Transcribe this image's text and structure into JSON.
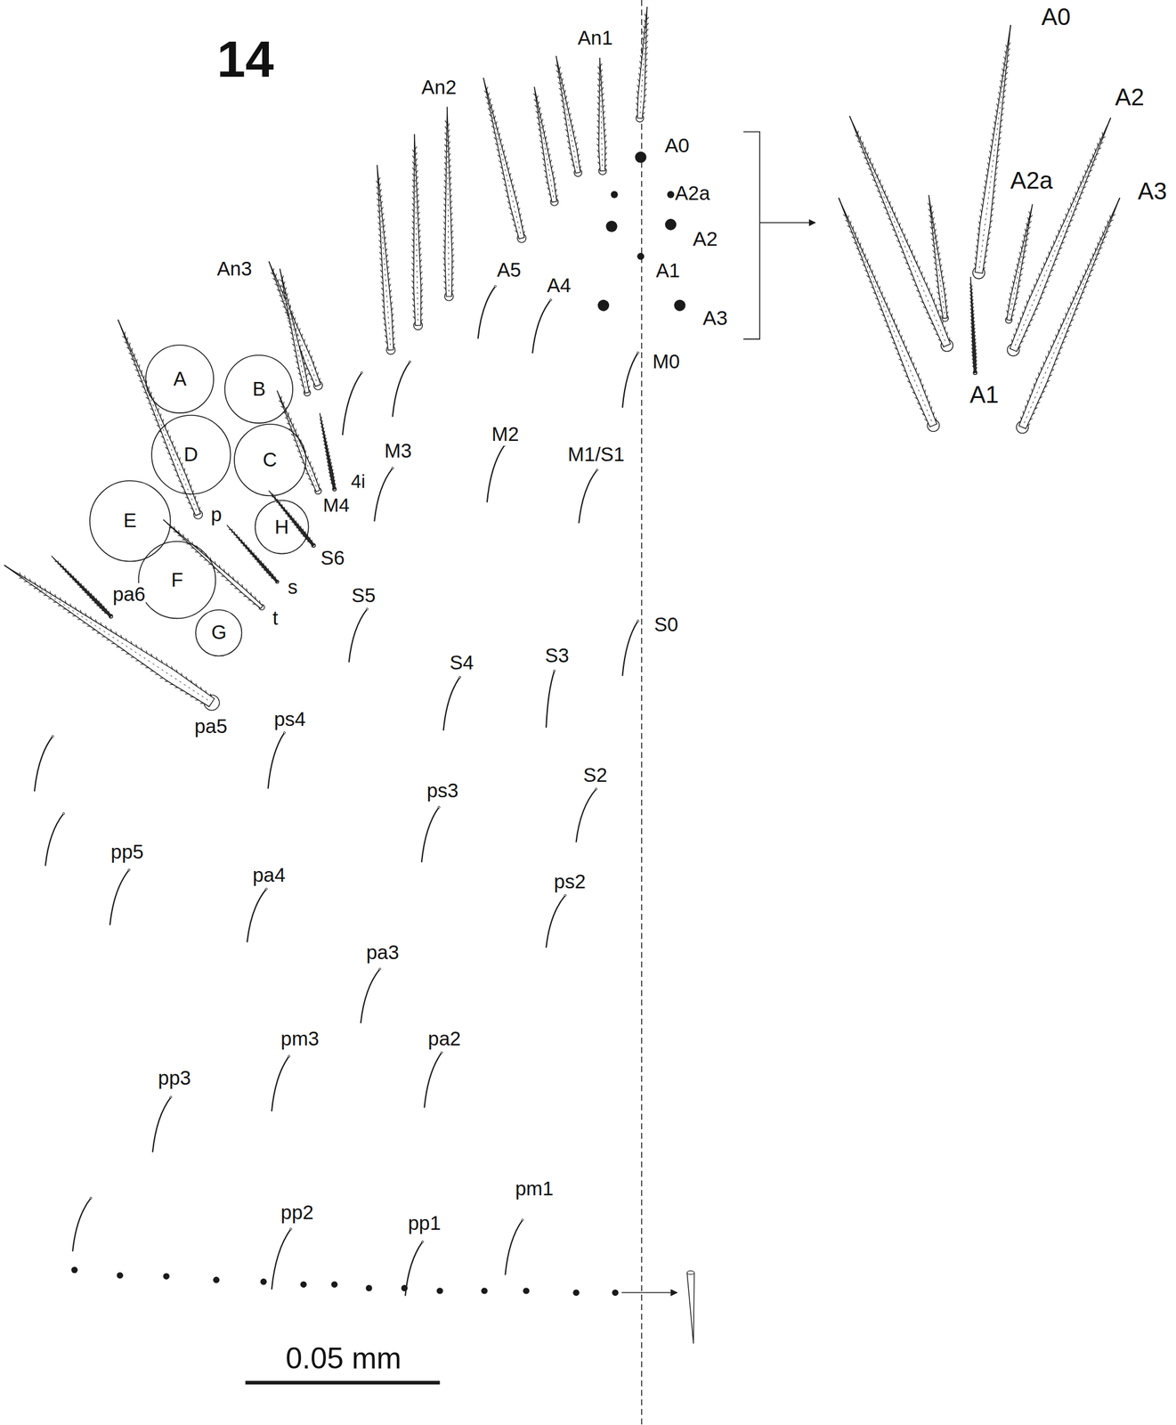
{
  "diagram": {
    "nodes": [
      {
        "text": [
          "A"
        ]
      },
      {
        "text": [
          "B"
        ]
      },
      {
        "text": [
          "D"
        ]
      },
      {
        "text": [
          "C"
        ]
      },
      {
        "text": [
          "E"
        ]
      },
      {
        "text": [
          "H"
        ]
      },
      {
        "text": [
          "F"
        ]
      },
      {
        "text": [
          "G"
        ]
      }
    ],
    "labels": [
      "14",
      "An1",
      "An2",
      "A0",
      "A2a",
      "An3",
      "A2",
      "A1",
      "A5",
      "A4",
      "A3",
      "M0",
      "M2",
      "M3",
      "M1/S1",
      "M4",
      "4i",
      "p",
      "S6",
      "s",
      "S5",
      "pa6",
      "t",
      "S0",
      "S3",
      "S4",
      "ps4",
      "pa5",
      "S2",
      "ps3",
      "pp5",
      "pa4",
      "ps2",
      "pa3",
      "pm3",
      "pa2",
      "pp3",
      "pm1",
      "pp2",
      "pp1",
      "0.05 mm",
      "A0",
      "A2",
      "A2a",
      "A3",
      "A1"
    ]
  }
}
